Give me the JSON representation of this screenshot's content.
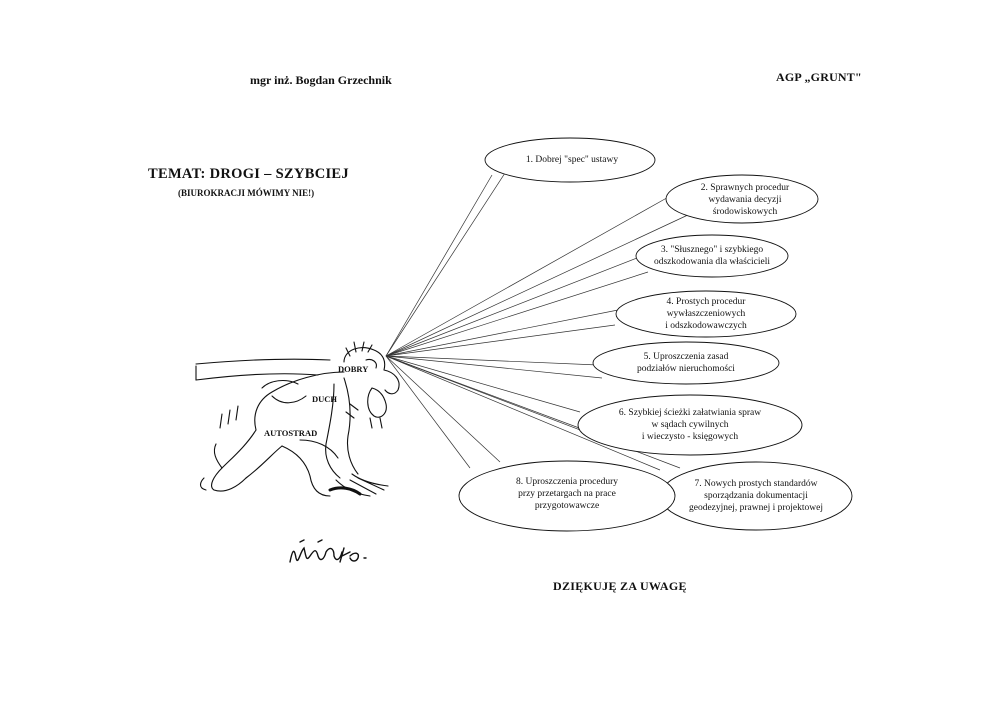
{
  "header": {
    "author": "mgr inż. Bogdan Grzechnik",
    "organization": "AGP „GRUNT\""
  },
  "topic": {
    "title": "TEMAT: DROGI – SZYBCIEJ",
    "subtitle": "(BIUROKRACJI MÓWIMY NIE!)"
  },
  "figure_labels": {
    "dobry": "DOBRY",
    "duch": "DUCH",
    "autostrad": "AUTOSTRAD"
  },
  "bubbles": [
    "1. Dobrej \"spec\" ustawy",
    "2. Sprawnych procedur\nwydawania decyzji\nśrodowiskowych",
    "3. \"Słusznego\" i szybkiego\nodszkodowania dla właścicieli",
    "4. Prostych procedur\nwywłaszczeniowych\ni odszkodowawczych",
    "5. Uproszczenia zasad\npodziałów nieruchomości",
    "6. Szybkiej ścieżki załatwiania spraw\nw sądach cywilnych\ni wieczysto - księgowych",
    "7. Nowych prostych standardów\nsporządzania dokumentacji\ngeodezyjnej, prawnej i projektowej",
    "8. Uproszczenia procedury\nprzy przetargach na prace\nprzygotowawcze"
  ],
  "footer": {
    "thanks": "DZIĘKUJĘ ZA UWAGĘ"
  }
}
